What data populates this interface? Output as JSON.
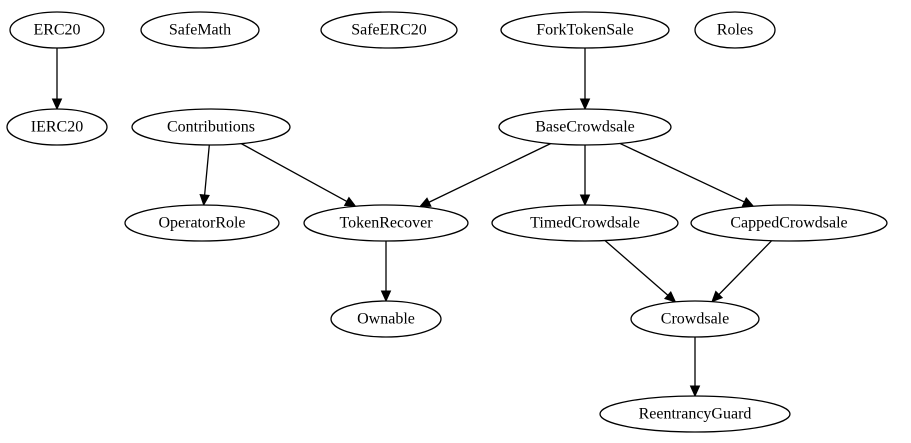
{
  "graph": {
    "nodes": [
      {
        "id": "ERC20",
        "label": "ERC20"
      },
      {
        "id": "SafeMath",
        "label": "SafeMath"
      },
      {
        "id": "SafeERC20",
        "label": "SafeERC20"
      },
      {
        "id": "ForkTokenSale",
        "label": "ForkTokenSale"
      },
      {
        "id": "Roles",
        "label": "Roles"
      },
      {
        "id": "IERC20",
        "label": "IERC20"
      },
      {
        "id": "Contributions",
        "label": "Contributions"
      },
      {
        "id": "BaseCrowdsale",
        "label": "BaseCrowdsale"
      },
      {
        "id": "OperatorRole",
        "label": "OperatorRole"
      },
      {
        "id": "TokenRecover",
        "label": "TokenRecover"
      },
      {
        "id": "TimedCrowdsale",
        "label": "TimedCrowdsale"
      },
      {
        "id": "CappedCrowdsale",
        "label": "CappedCrowdsale"
      },
      {
        "id": "Ownable",
        "label": "Ownable"
      },
      {
        "id": "Crowdsale",
        "label": "Crowdsale"
      },
      {
        "id": "ReentrancyGuard",
        "label": "ReentrancyGuard"
      }
    ],
    "edges": [
      {
        "from": "ERC20",
        "to": "IERC20"
      },
      {
        "from": "ForkTokenSale",
        "to": "BaseCrowdsale"
      },
      {
        "from": "Contributions",
        "to": "OperatorRole"
      },
      {
        "from": "Contributions",
        "to": "TokenRecover"
      },
      {
        "from": "BaseCrowdsale",
        "to": "TokenRecover"
      },
      {
        "from": "BaseCrowdsale",
        "to": "TimedCrowdsale"
      },
      {
        "from": "BaseCrowdsale",
        "to": "CappedCrowdsale"
      },
      {
        "from": "TokenRecover",
        "to": "Ownable"
      },
      {
        "from": "TimedCrowdsale",
        "to": "Crowdsale"
      },
      {
        "from": "CappedCrowdsale",
        "to": "Crowdsale"
      },
      {
        "from": "Crowdsale",
        "to": "ReentrancyGuard"
      }
    ]
  }
}
